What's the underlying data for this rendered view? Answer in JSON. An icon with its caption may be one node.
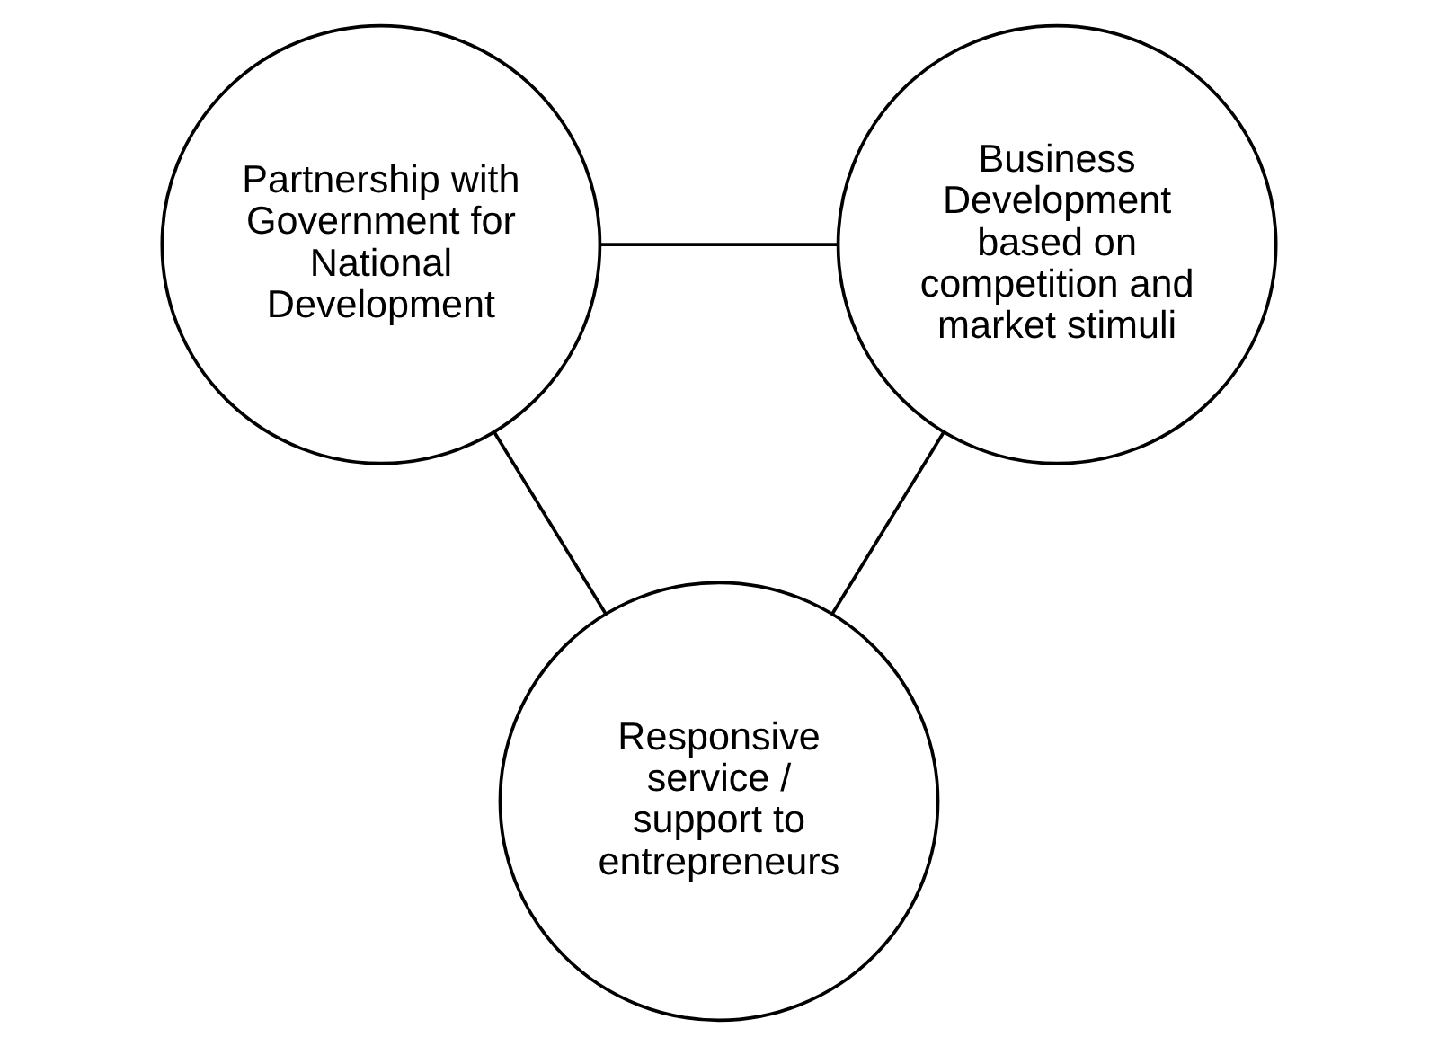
{
  "diagram": {
    "nodes": [
      {
        "text": [
          "Partnership with Government for National Development"
        ]
      },
      {
        "text": [
          "Business Development based on competition and market stimuli"
        ]
      },
      {
        "text": [
          "Responsive service / support to entrepreneurs"
        ]
      }
    ],
    "edges": [
      {
        "from": 0,
        "to": 1,
        "arrow": "none"
      },
      {
        "from": 0,
        "to": 2,
        "arrow": "none"
      },
      {
        "from": 1,
        "to": 2,
        "arrow": "none"
      }
    ]
  }
}
